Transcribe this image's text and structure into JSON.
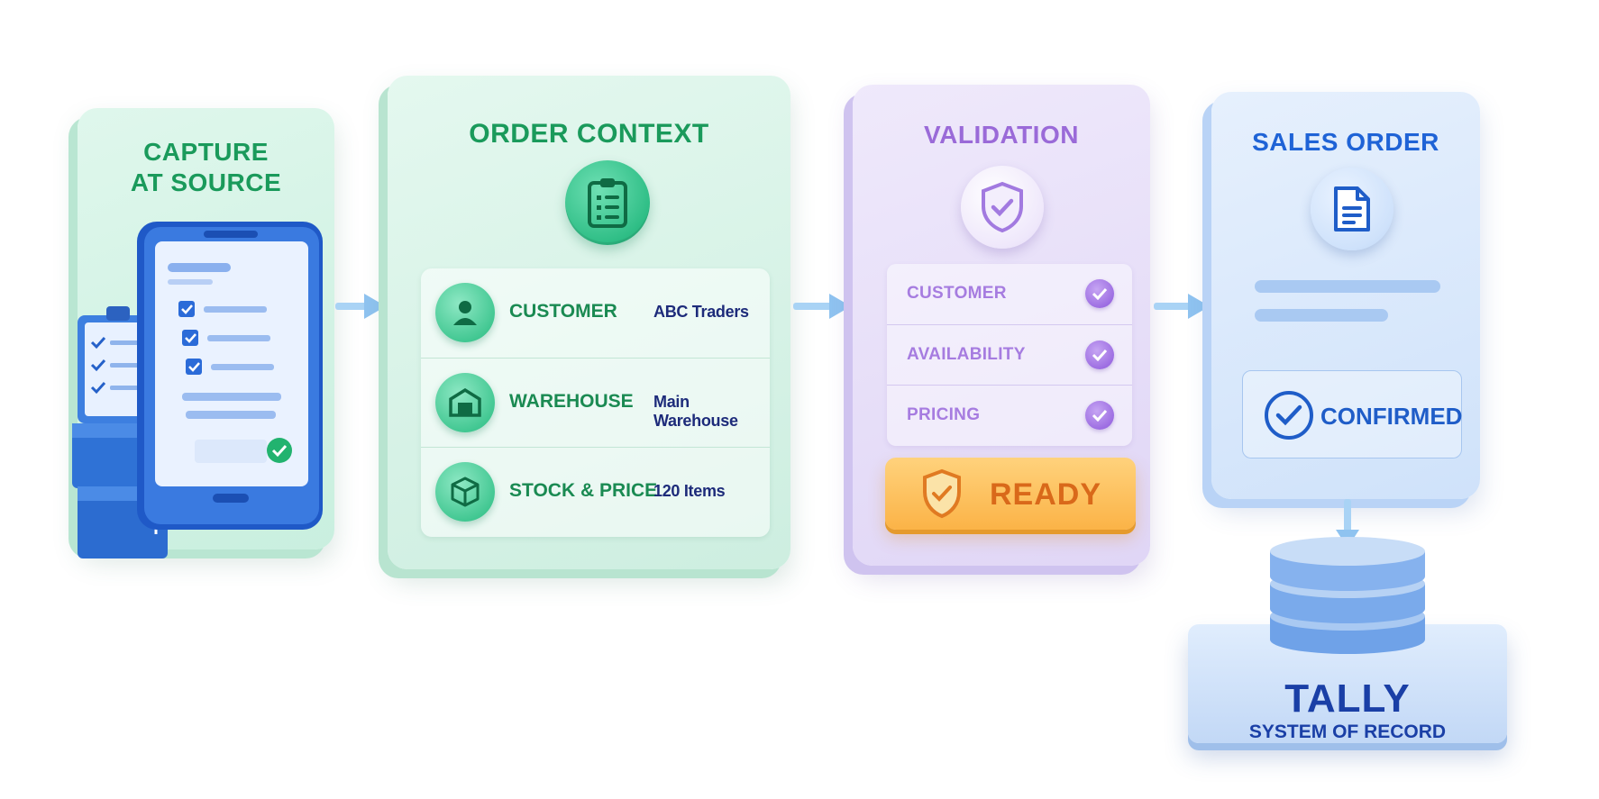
{
  "steps": {
    "capture": {
      "title_line1": "CAPTURE",
      "title_line2": "AT SOURCE"
    },
    "order_context": {
      "title": "ORDER CONTEXT",
      "rows": [
        {
          "label": "CUSTOMER",
          "value": "ABC Traders",
          "icon": "person-icon"
        },
        {
          "label": "WAREHOUSE",
          "value": "Main Warehouse",
          "icon": "warehouse-icon"
        },
        {
          "label": "STOCK & PRICE",
          "value": "120 Items",
          "icon": "box-icon"
        }
      ]
    },
    "validation": {
      "title": "VALIDATION",
      "checks": [
        "CUSTOMER",
        "AVAILABILITY",
        "PRICING"
      ],
      "status": "READY"
    },
    "sales_order": {
      "title": "SALES ORDER",
      "status": "CONFIRMED"
    },
    "tally": {
      "title": "TALLY",
      "subtitle": "SYSTEM OF RECORD"
    }
  },
  "colors": {
    "green": "#1a9a5b",
    "purple": "#9a6ad8",
    "blue": "#1f63d6",
    "orange": "#fbb347",
    "arrow": "#8fc3f0"
  }
}
